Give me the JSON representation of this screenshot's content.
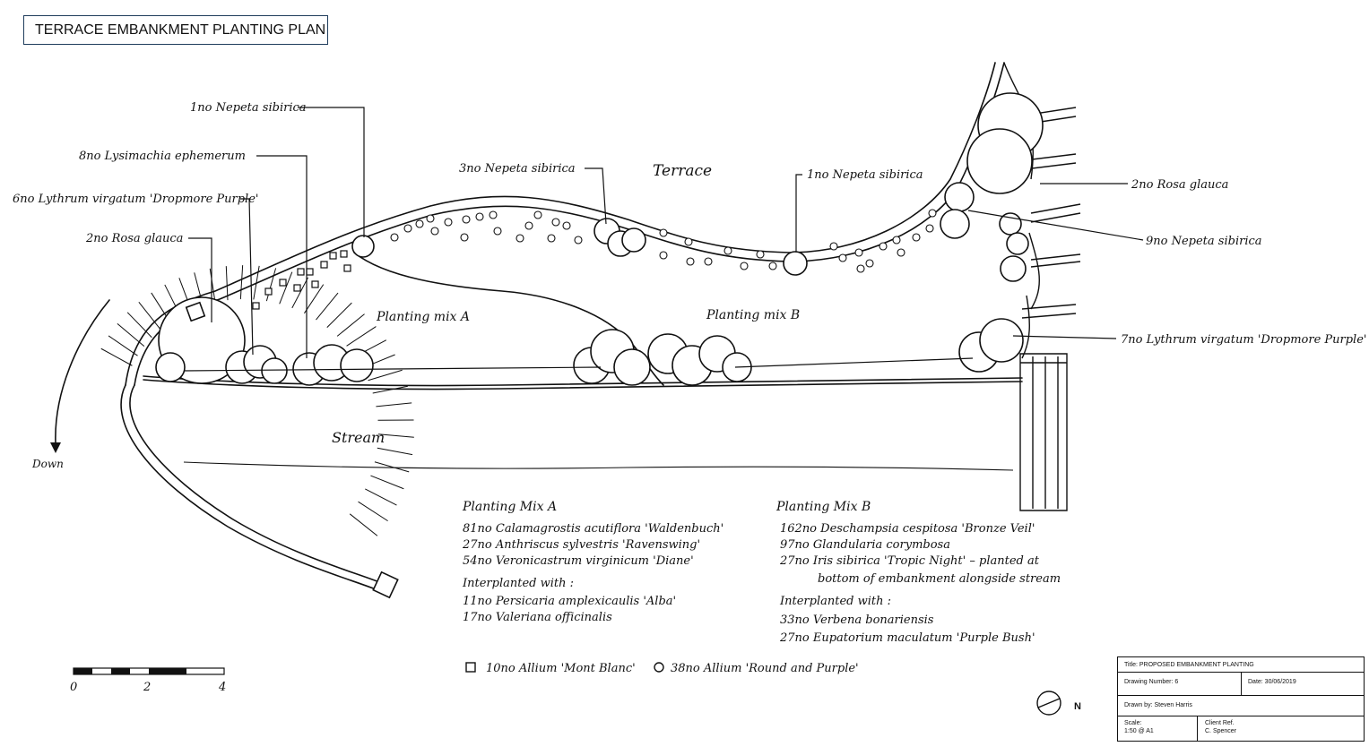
{
  "title": "TERRACE EMBANKMENT PLANTING PLAN",
  "areas": {
    "terrace": "Terrace",
    "stream": "Stream",
    "mix_a": "Planting mix A",
    "mix_b": "Planting mix B",
    "down": "Down"
  },
  "callouts": [
    "1no Nepeta sibirica",
    "8no Lysimachia ephemerum",
    "6no Lythrum virgatum 'Dropmore Purple'",
    "2no Rosa glauca",
    "3no Nepeta sibirica",
    "1no Nepeta sibirica",
    "2no Rosa glauca",
    "9no Nepeta sibirica",
    "7no Lythrum virgatum 'Dropmore Purple'"
  ],
  "mix_a": {
    "heading": "Planting Mix A",
    "items": [
      "81no Calamagrostis acutiflora 'Waldenbuch'",
      "27no Anthriscus sylvestris 'Ravenswing'",
      "54no Veronicastrum virginicum 'Diane'"
    ],
    "inter_heading": "Interplanted with :",
    "inter_items": [
      "11no Persicaria amplexicaulis 'Alba'",
      "17no Valeriana officinalis"
    ]
  },
  "mix_b": {
    "heading": "Planting Mix B",
    "items": [
      "162no Deschampsia cespitosa 'Bronze Veil'",
      "97no Glandularia corymbosa",
      "27no Iris sibirica 'Tropic Night' – planted at",
      "bottom of embankment alongside stream"
    ],
    "inter_heading": "Interplanted with :",
    "inter_items": [
      "33no Verbena bonariensis",
      "27no Eupatorium maculatum 'Purple Bush'"
    ]
  },
  "alliums": {
    "square": "10no Allium 'Mont Blanc'",
    "circle": "38no Allium 'Round and Purple'"
  },
  "scale_bar": {
    "labels": [
      "0",
      "2",
      "4"
    ]
  },
  "north_label": "N",
  "title_block": {
    "title": "Title:  PROPOSED EMBANKMENT PLANTING",
    "drawing_number": "Drawing Number:  6",
    "date": "Date:  30/06/2019",
    "drawn_by": "Drawn by:  Steven Harris",
    "scale_label": "Scale:",
    "scale_value": "1:50 @ A1",
    "client_label": "Client Ref.",
    "client_value": "C. Spencer"
  }
}
